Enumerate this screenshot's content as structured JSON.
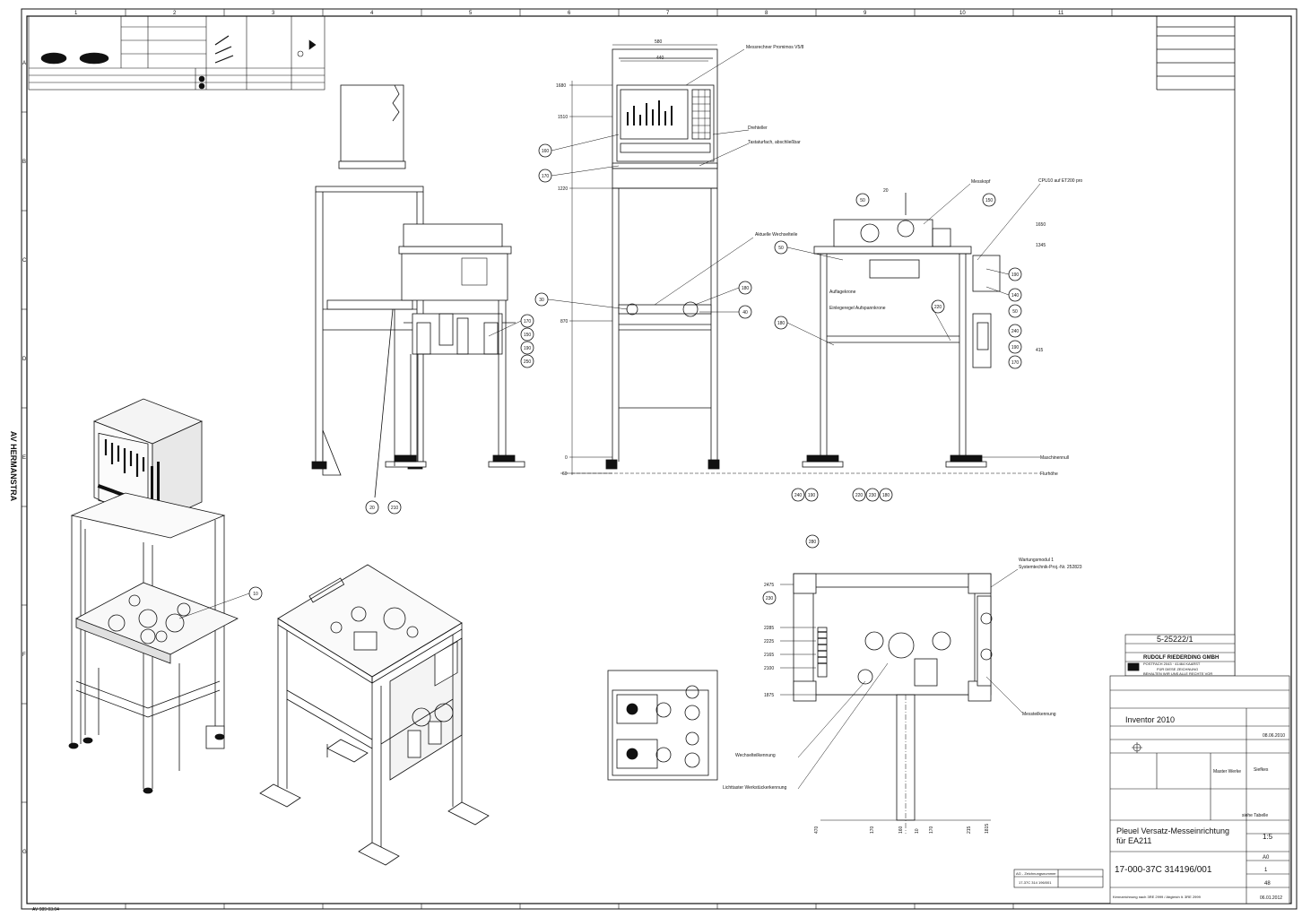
{
  "drawing": {
    "title_line1": "Pleuel Versatz-Messeinrichtung",
    "title_line2": "für EA211",
    "drawing_number": "17-000-37C 314196/001",
    "order_number": "5-25222/1",
    "company": "RUDOLF RIEDERDING GMBH",
    "company_address": "POSTFACH 2043 · 41464 KAARST",
    "notice_line1": "FÜR DIESE ZEICHNUNG",
    "notice_line2": "BEHALTEN WIR UNS ALLE RECHTE VOR",
    "cad_system": "Inventor 2010",
    "scale": "1:5",
    "format": "A0",
    "sheet": "1",
    "sheets_total": "48",
    "date_created": "08.06.2010",
    "date_printed": "06.01.2012",
    "designer": "Master Werke",
    "checker": "Siefkes",
    "weight_label": "siehe Tabelle",
    "ag_label": "AG - Zeichnungsnummer",
    "ag_number": "17-37C 314 196/001",
    "footer_note": "Kennzeichnung nach 3RE 2999 / Abgleich lt. 3RE 2999",
    "left_vertical_text": "AV HERMANSTRA",
    "bottom_left_code": "AV 989 03.04"
  },
  "grid": {
    "top_cols": [
      "1",
      "2",
      "3",
      "4",
      "5",
      "6",
      "7",
      "8",
      "9",
      "10",
      "11"
    ],
    "side_rows": [
      "A",
      "B",
      "C",
      "D",
      "E",
      "F",
      "G"
    ]
  },
  "callouts": {
    "front": [
      "160",
      "170",
      "20",
      "40",
      "210"
    ],
    "center_top": [
      "160",
      "170",
      "30",
      "180",
      "40"
    ],
    "side": [
      "50",
      "150",
      "190",
      "140",
      "50",
      "240",
      "190",
      "170",
      "220",
      "230",
      "180"
    ],
    "bottom_plan": [
      "280",
      "230"
    ],
    "iso": [
      "10"
    ],
    "left_view": [
      "170",
      "150",
      "190",
      "250"
    ]
  },
  "labels": {
    "messrechner": "Messrechner Promimos V5/8",
    "drehteller": "Drehteller",
    "tastatur": "Tastaturfach, abschließbar",
    "aktuelle_wechselteile": "Aktuelle Wechselteile",
    "messkopf": "Messkopf",
    "cpu": "CPU10 auf ET200 pro",
    "auflagekrone": "Auflagekrone",
    "aufspannkrone": "Einlegeregel Aufspannkrone",
    "maschinennull": "Maschinennull",
    "flurhoehe": "Flurhöhe",
    "wartung": "Wartungsmodul 1",
    "systemtechnik": "Systemtechnik-Proj.-Nr. 252823",
    "wechselkennung": "Wechselteilkennung",
    "lichttaster": "Lichttaster Werkstückerkennung",
    "messkennung": "Messteilkennung"
  },
  "dims": {
    "width_top": "580",
    "width_inner": "440",
    "h1": "1680",
    "h2": "1510",
    "h3": "1220",
    "h4": "870",
    "h5": "0",
    "h6": "60",
    "s1": "1650",
    "s2": "1345",
    "s3": "415",
    "s4": "20",
    "p1": "2475",
    "p2": "2285",
    "p3": "2225",
    "p4": "2165",
    "p5": "2100",
    "p6": "1875",
    "b1": "470",
    "b2": "170",
    "b3": "160",
    "b4": "0",
    "b5": "10",
    "b6": "170",
    "b7": "215",
    "b8": "1815"
  }
}
